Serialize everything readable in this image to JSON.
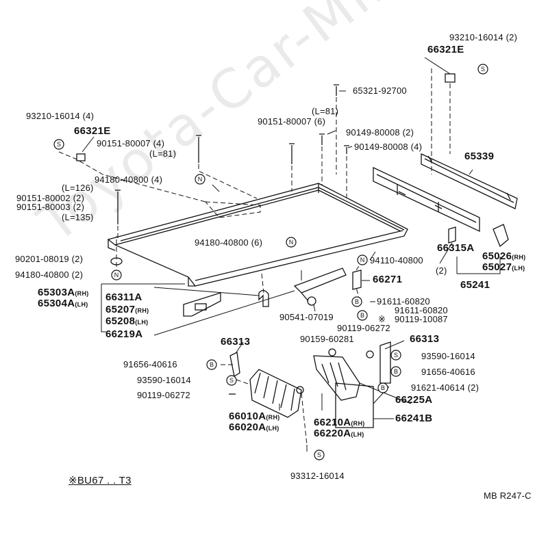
{
  "watermark": "Toyota-Car-Mine.ru",
  "footer": {
    "code": "MB R247-C",
    "note": "※BU67 . . T3"
  },
  "symbols": {
    "S": "S",
    "N": "N",
    "B": "B"
  },
  "labels": {
    "p93210_top": "93210-16014 (2)",
    "p66321e_top": "66321E",
    "p65321": "65321-92700",
    "pL81a": "(L=81)",
    "p90151_80007_6": "90151-80007 (6)",
    "p90149_2": "90149-80008 (2)",
    "p90149_4": "90149-80008 (4)",
    "p65339": "65339",
    "p93210_left": "93210-16014 (4)",
    "p66321e_left": "66321E",
    "p90151_80007_4": "90151-80007 (4)",
    "pL81b": "(L=81)",
    "p94180_4": "94180-40800 (4)",
    "pL126": "(L=126)",
    "p90151_80002": "90151-80002 (2)",
    "p90151_80003": "90151-80003 (2)",
    "pL135": "(L=135)",
    "p94180_6": "94180-40800 (6)",
    "p90201": "90201-08019 (2)",
    "p94180_2": "94180-40800 (2)",
    "p65303": "65303A",
    "p65304": "65304A",
    "rh": "(RH)",
    "lh": "(LH)",
    "p66311": "66311A",
    "p65207": "65207",
    "p65208": "65208",
    "p66219": "66219A",
    "p66315": "66315A",
    "p65026": "65026",
    "p65027": "65027",
    "p65241": "65241",
    "p94110": "94110-40800",
    "p94110_q": "(2)",
    "p66271": "66271",
    "p91611_a": "91611-60820",
    "p91611_b": "91611-60820",
    "p90119_10087": "90119-10087",
    "star": "※",
    "p90541": "90541-07019",
    "p90119_06272_r": "90119-06272",
    "p90159": "90159-60281",
    "p66313_r": "66313",
    "p93590_r": "93590-16014",
    "p91656_r": "91656-40616",
    "p91621": "91621-40614 (2)",
    "p66225": "66225A",
    "p66210": "66210A",
    "p66220": "66220A",
    "p66241": "66241B",
    "p66313_l": "66313",
    "p91656_l": "91656-40616",
    "p93590_l": "93590-16014",
    "p90119_06272_l": "90119-06272",
    "p66010": "66010A",
    "p66020": "66020A",
    "p93312": "93312-16014"
  }
}
